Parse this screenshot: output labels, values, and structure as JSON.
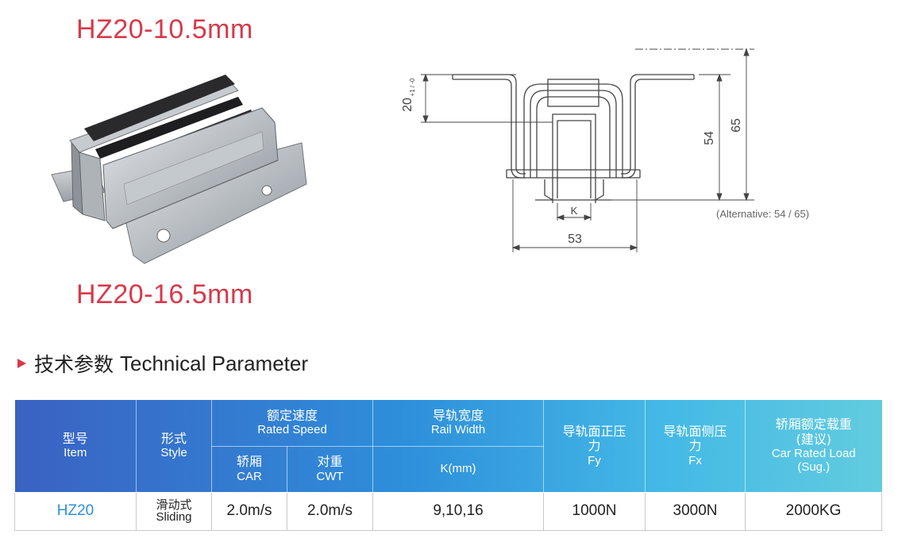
{
  "titles": {
    "top": "HZ20-10.5mm",
    "bottom": "HZ20-16.5mm"
  },
  "drawing": {
    "dim_20": "20",
    "dim_20_tol": "+1 / -0",
    "dim_54": "54",
    "dim_65": "65",
    "dim_k": "K",
    "dim_53": "53",
    "alternative": "(Alternative: 54 / 65)"
  },
  "section": {
    "heading_cn": "技术参数",
    "heading_en": "Technical Parameter"
  },
  "table": {
    "headers": {
      "item_cn": "型号",
      "item_en": "Item",
      "style_cn": "形式",
      "style_en": "Style",
      "speed_cn": "额定速度",
      "speed_en": "Rated Speed",
      "car_cn": "轿厢",
      "car_en": "CAR",
      "cwt_cn": "对重",
      "cwt_en": "CWT",
      "rail_cn": "导轨宽度",
      "rail_en": "Rail Width",
      "k_label": "K(mm)",
      "fy_cn": "导轨面正压力",
      "fy_en": "Fy",
      "fx_cn": "导轨面侧压力",
      "fx_en": "Fx",
      "load_cn": "轿厢额定载重",
      "load_cn2": "(建议)",
      "load_en": "Car Rated Load",
      "load_en2": "(Sug.)"
    },
    "row": {
      "item": "HZ20",
      "style_cn": "滑动式",
      "style_en": "Sliding",
      "car_speed": "2.0m/s",
      "cwt_speed": "2.0m/s",
      "k": "9,10,16",
      "fy": "1000N",
      "fx": "3000N",
      "load": "2000KG"
    }
  },
  "colors": {
    "title_red": "#d83a4a",
    "header_start": "#3a62c3",
    "header_end": "#62ccdf",
    "item_blue": "#2d8fd6"
  }
}
